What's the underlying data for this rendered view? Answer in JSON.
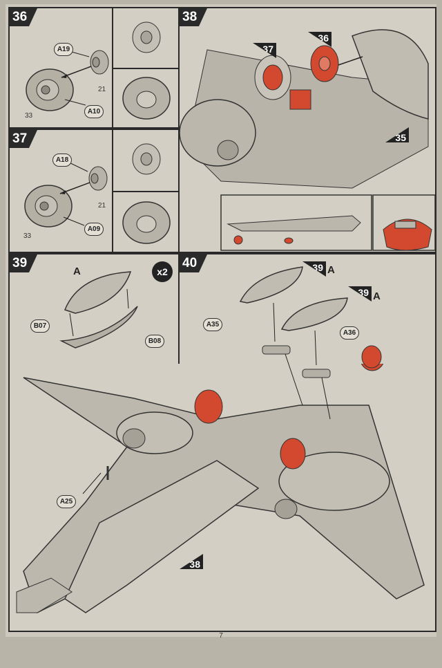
{
  "page_number": "7",
  "colors": {
    "wheel_highlight": "#d2492f",
    "panel_border": "#2a2a2a"
  },
  "steps": [
    {
      "number": "36",
      "callouts": [
        "A19",
        "A10"
      ],
      "numbers": [
        "21",
        "33"
      ]
    },
    {
      "number": "37",
      "callouts": [
        "A18",
        "A09"
      ],
      "numbers": [
        "21",
        "33"
      ]
    },
    {
      "number": "38",
      "refs": [
        "37",
        "36",
        "35"
      ]
    },
    {
      "number": "39",
      "label": "A",
      "multiplier": "x2",
      "callouts": [
        "B07",
        "B08"
      ]
    },
    {
      "number": "40",
      "refs": [
        "39",
        "39"
      ],
      "ref_labels": [
        "A",
        "A"
      ],
      "callouts": [
        "A35",
        "A36",
        "A25"
      ],
      "bottom_ref": "38"
    }
  ]
}
